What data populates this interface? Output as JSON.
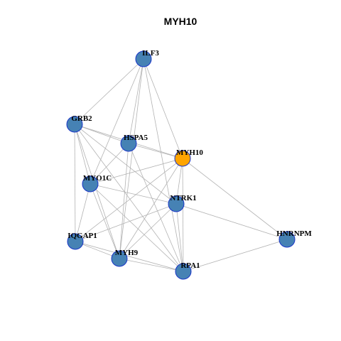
{
  "title": "MYH10",
  "colors": {
    "node_default": "#4682b4",
    "node_focus": "#ffa500",
    "node_border": "#1a36c8",
    "edge": "#b3b3b3"
  },
  "nodes": [
    {
      "id": "ILF3",
      "label": "ILF3",
      "focus": false
    },
    {
      "id": "GRB2",
      "label": "GRB2",
      "focus": false
    },
    {
      "id": "HSPA5",
      "label": "HSPA5",
      "focus": false
    },
    {
      "id": "MYH10",
      "label": "MYH10",
      "focus": true
    },
    {
      "id": "MYO1C",
      "label": "MYO1C",
      "focus": false
    },
    {
      "id": "NTRK1",
      "label": "NTRK1",
      "focus": false
    },
    {
      "id": "IQGAP1",
      "label": "IQGAP1",
      "focus": false
    },
    {
      "id": "HNRNPM",
      "label": "HNRNPM",
      "focus": false
    },
    {
      "id": "MYH9",
      "label": "MYH9",
      "focus": false
    },
    {
      "id": "RPA1",
      "label": "RPA1",
      "focus": false
    }
  ],
  "edges": [
    [
      "ILF3",
      "GRB2"
    ],
    [
      "ILF3",
      "HSPA5"
    ],
    [
      "ILF3",
      "MYH10"
    ],
    [
      "ILF3",
      "MYO1C"
    ],
    [
      "ILF3",
      "MYH9"
    ],
    [
      "ILF3",
      "RPA1"
    ],
    [
      "GRB2",
      "HSPA5"
    ],
    [
      "GRB2",
      "MYH10"
    ],
    [
      "GRB2",
      "MYO1C"
    ],
    [
      "GRB2",
      "NTRK1"
    ],
    [
      "GRB2",
      "IQGAP1"
    ],
    [
      "GRB2",
      "MYH9"
    ],
    [
      "GRB2",
      "RPA1"
    ],
    [
      "HSPA5",
      "MYH10"
    ],
    [
      "HSPA5",
      "MYO1C"
    ],
    [
      "HSPA5",
      "MYH9"
    ],
    [
      "HSPA5",
      "RPA1"
    ],
    [
      "MYH10",
      "MYO1C"
    ],
    [
      "MYH10",
      "NTRK1"
    ],
    [
      "MYH10",
      "IQGAP1"
    ],
    [
      "MYH10",
      "MYH9"
    ],
    [
      "MYH10",
      "RPA1"
    ],
    [
      "MYH10",
      "HNRNPM"
    ],
    [
      "MYO1C",
      "NTRK1"
    ],
    [
      "MYO1C",
      "IQGAP1"
    ],
    [
      "MYO1C",
      "MYH9"
    ],
    [
      "MYO1C",
      "RPA1"
    ],
    [
      "NTRK1",
      "IQGAP1"
    ],
    [
      "NTRK1",
      "MYH9"
    ],
    [
      "NTRK1",
      "RPA1"
    ],
    [
      "NTRK1",
      "HNRNPM"
    ],
    [
      "IQGAP1",
      "MYH9"
    ],
    [
      "IQGAP1",
      "RPA1"
    ],
    [
      "MYH9",
      "RPA1"
    ],
    [
      "HNRNPM",
      "RPA1"
    ]
  ]
}
